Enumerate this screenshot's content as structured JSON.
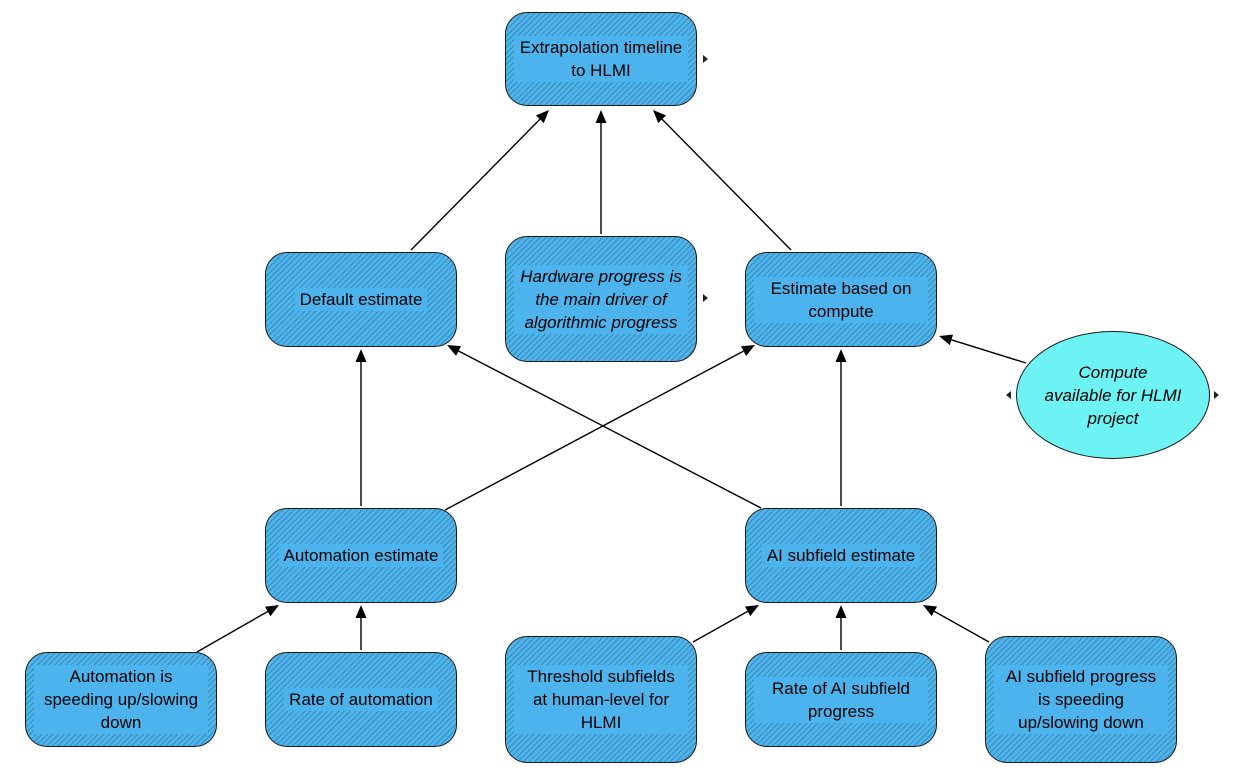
{
  "nodes": {
    "extrapolation": "Extrapolation timeline to HLMI",
    "default_estimate": "Default estimate",
    "hardware_progress": "Hardware progress is the main driver of algorithmic progress",
    "estimate_compute": "Estimate based on compute",
    "compute_available": "Compute available for HLMI project",
    "automation_estimate": "Automation estimate",
    "ai_subfield_estimate": "AI subfield estimate",
    "automation_speeding": "Automation is speeding up/slowing down",
    "rate_automation": "Rate of automation",
    "threshold_subfields": "Threshold subfields at human-level for HLMI",
    "rate_ai_subfield": "Rate of AI subfield progress",
    "ai_subfield_speeding": "AI subfield progress is speeding up/slowing down"
  },
  "colors": {
    "node_fill": "#4db3ec",
    "oval_fill": "#6ef3f5",
    "edge": "#000000"
  }
}
